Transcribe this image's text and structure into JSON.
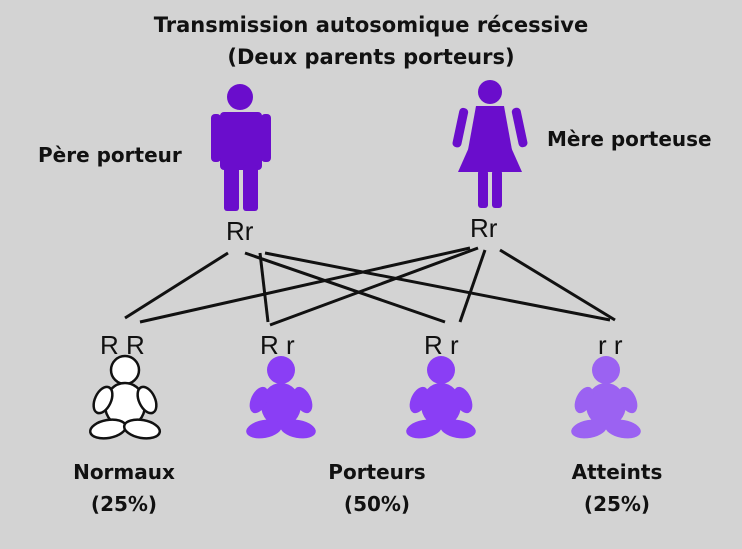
{
  "title": {
    "line1": "Transmission autosomique récessive",
    "line2": "(Deux parents porteurs)"
  },
  "parents": {
    "father": {
      "label": "Père porteur",
      "genotype": "Rr"
    },
    "mother": {
      "label": "Mère porteuse",
      "genotype": "Rr"
    }
  },
  "children": [
    {
      "genotype": "R R",
      "status": "normal"
    },
    {
      "genotype": "R r",
      "status": "carrier"
    },
    {
      "genotype": "R r",
      "status": "carrier"
    },
    {
      "genotype": "r r",
      "status": "affected"
    }
  ],
  "groups": {
    "normal": {
      "name": "Normaux",
      "percent": "(25%)"
    },
    "carrier": {
      "name": "Porteurs",
      "percent": "(50%)"
    },
    "affected": {
      "name": "Atteints",
      "percent": "(25%)"
    }
  },
  "colors": {
    "background": "#d3d3d3",
    "parent": "#6a0dcc",
    "carrier_child": "#8a3ef5",
    "affected_child": "#9b62f2",
    "normal_child": "#ffffff",
    "line": "#111111"
  },
  "icons": {
    "father": "male-figure-icon",
    "mother": "female-figure-icon",
    "child": "baby-icon"
  }
}
